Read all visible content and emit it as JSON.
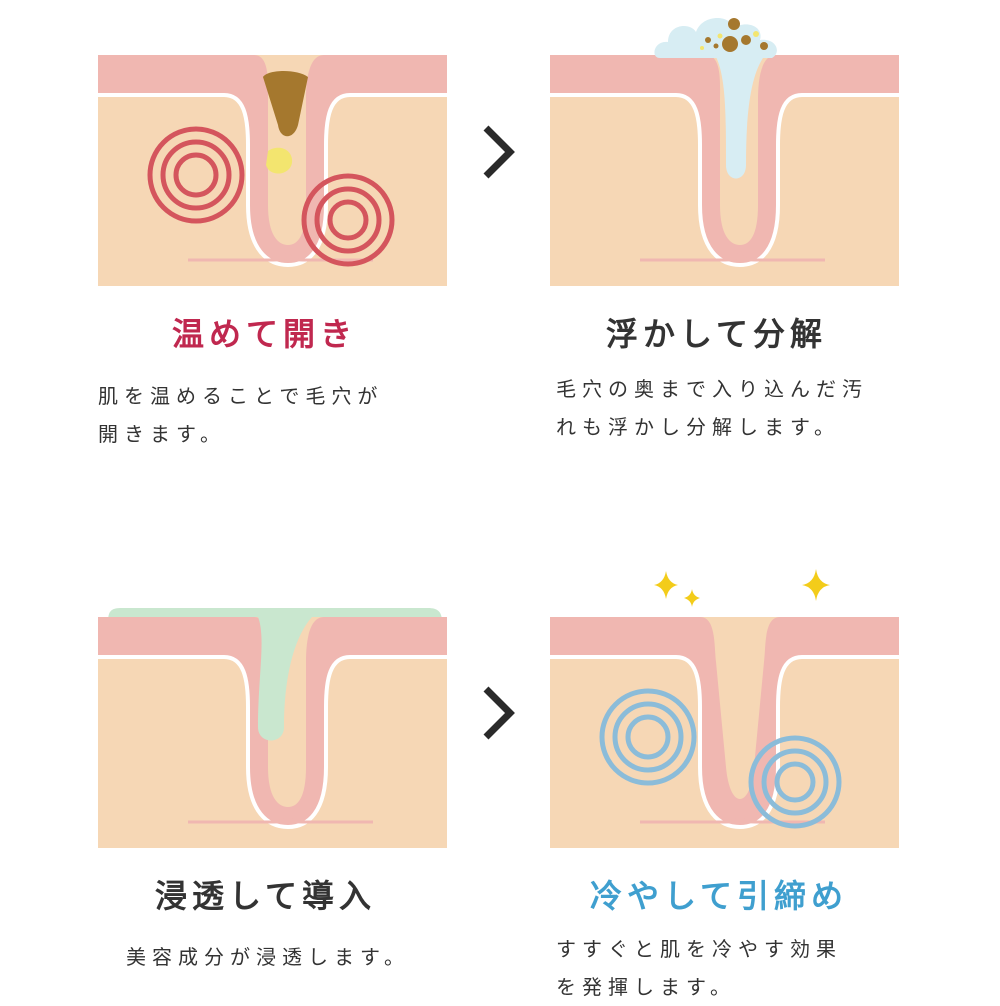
{
  "steps": [
    {
      "title": "温めて開き",
      "description_lines": [
        "肌を温めることで毛穴が",
        "開きます。"
      ],
      "title_color": "#c0284f",
      "illustration": "pore-opening-with-heat",
      "icons": [
        "heat-ripple-icon",
        "heat-ripple-icon"
      ]
    },
    {
      "title": "浮かして分解",
      "description_lines": [
        "毛穴の奥まで入り込んだ汚",
        "れも浮かし分解します。"
      ],
      "title_color": "#333333",
      "illustration": "dirt-lifted-from-pore",
      "icons": [
        "foam-bubble-icon"
      ]
    },
    {
      "title": "浸透して導入",
      "description_lines": [
        "美容成分が浸透します。"
      ],
      "title_color": "#333333",
      "illustration": "serum-penetrating-pore",
      "icons": []
    },
    {
      "title": "冷やして引締め",
      "description_lines": [
        "すすぐと肌を冷やす効果",
        "を発揮します。"
      ],
      "title_color": "#3f9fcf",
      "illustration": "pore-tightening-with-cold",
      "icons": [
        "sparkle-icon",
        "sparkle-icon",
        "sparkle-icon",
        "cold-ripple-icon",
        "cold-ripple-icon"
      ]
    }
  ],
  "arrow_icon": "chevron-right-icon",
  "colors": {
    "skin": "#f6d7b5",
    "epidermis": "#f0b7b1",
    "pore": "#f3c0bb",
    "sebum": "#a5782e",
    "sebum_plug": "#f3e56f",
    "heat_ring": "#d4555d",
    "foam": "#d7edf3",
    "serum": "#c9e7cf",
    "cold_ring": "#8bbcd9",
    "sparkle": "#f3cc1a"
  }
}
